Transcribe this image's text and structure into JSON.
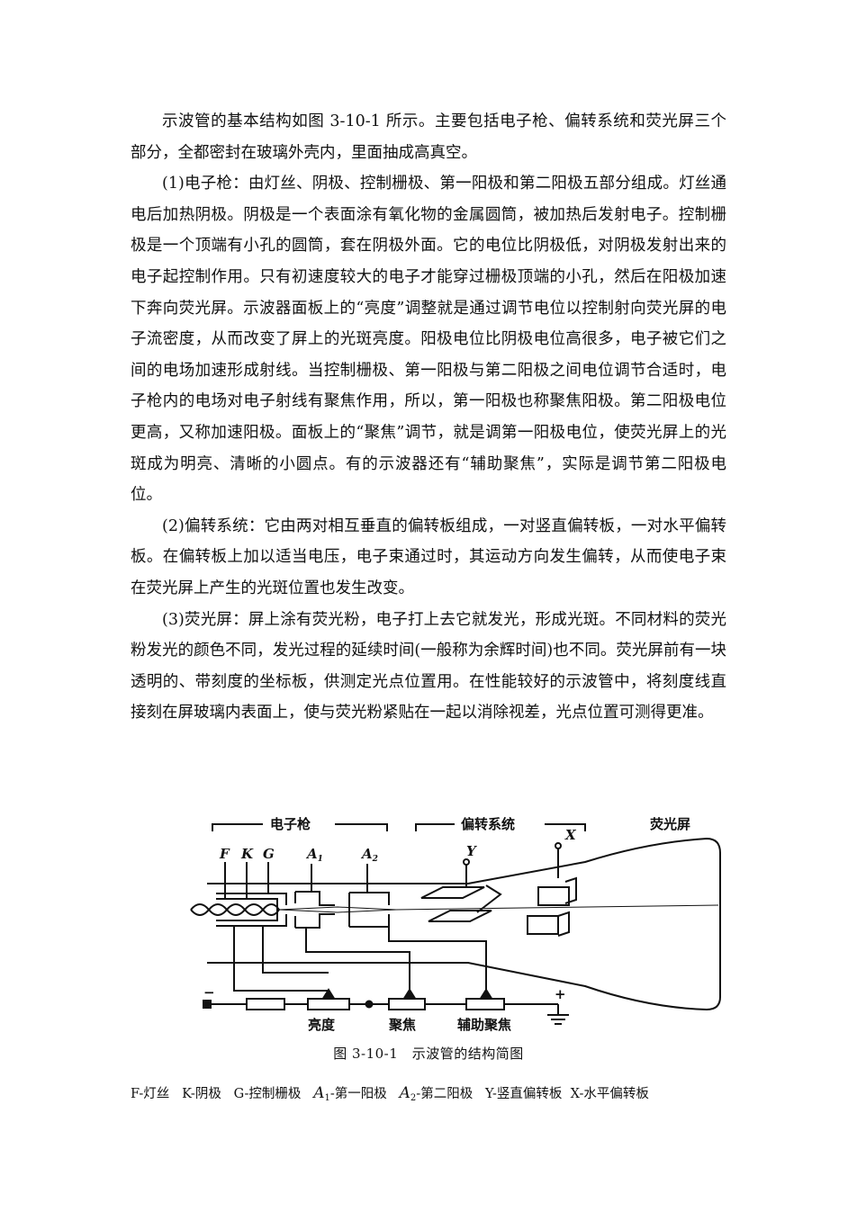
{
  "paragraphs": [
    "示波管的基本结构如图 3-10-1 所示。主要包括电子枪、偏转系统和荧光屏三个部分，全都密封在玻璃外壳内，里面抽成高真空。",
    "(1)电子枪：由灯丝、阴极、控制栅极、第一阳极和第二阳极五部分组成。灯丝通电后加热阴极。阴极是一个表面涂有氧化物的金属圆筒，被加热后发射电子。控制栅极是一个顶端有小孔的圆筒，套在阴极外面。它的电位比阴极低，对阴极发射出来的电子起控制作用。只有初速度较大的电子才能穿过栅极顶端的小孔，然后在阳极加速下奔向荧光屏。示波器面板上的“亮度”调整就是通过调节电位以控制射向荧光屏的电子流密度，从而改变了屏上的光斑亮度。阳极电位比阴极电位高很多，电子被它们之间的电场加速形成射线。当控制栅极、第一阳极与第二阳极之间电位调节合适时，电子枪内的电场对电子射线有聚焦作用，所以，第一阳极也称聚焦阳极。第二阳极电位更高，又称加速阳极。面板上的“聚焦”调节，就是调第一阳极电位，使荧光屏上的光斑成为明亮、清晰的小圆点。有的示波器还有“辅助聚焦”，实际是调节第二阳极电位。",
    "(2)偏转系统：它由两对相互垂直的偏转板组成，一对竖直偏转板，一对水平偏转板。在偏转板上加以适当电压，电子束通过时，其运动方向发生偏转，从而使电子束在荧光屏上产生的光斑位置也发生改变。",
    "(3)荧光屏：屏上涂有荧光粉，电子打上去它就发光，形成光斑。不同材料的荧光粉发光的颜色不同，发光过程的延续时间(一般称为余辉时间)也不同。荧光屏前有一块透明的、带刻度的坐标板，供测定光点位置用。在性能较好的示波管中，将刻度线直接刻在屏玻璃内表面上，使与荧光粉紧贴在一起以消除视差，光点位置可测得更准。"
  ],
  "figure": {
    "section_gun": "电子枪",
    "section_deflection": "偏转系统",
    "section_screen": "荧光屏",
    "label_F": "F",
    "label_K": "K",
    "label_G": "G",
    "label_A": "A",
    "sub_1": "1",
    "sub_2": "2",
    "label_Y": "Y",
    "label_X": "X",
    "minus": "−",
    "plus": "+",
    "knob_brightness": "亮度",
    "knob_focus": "聚焦",
    "knob_aux_focus": "辅助聚焦"
  },
  "caption": "图 3-10-1　示波管的结构简图",
  "legend": {
    "f": "F-灯丝",
    "k": "K-阴极",
    "g": "G-控制栅极",
    "a_symbol": "A",
    "a1_sub": "1",
    "a1_text": "-第一阳极",
    "a2_sub": "2",
    "a2_text": "-第二阳极",
    "y": "Y-竖直偏转板",
    "x": "X-水平偏转板"
  }
}
